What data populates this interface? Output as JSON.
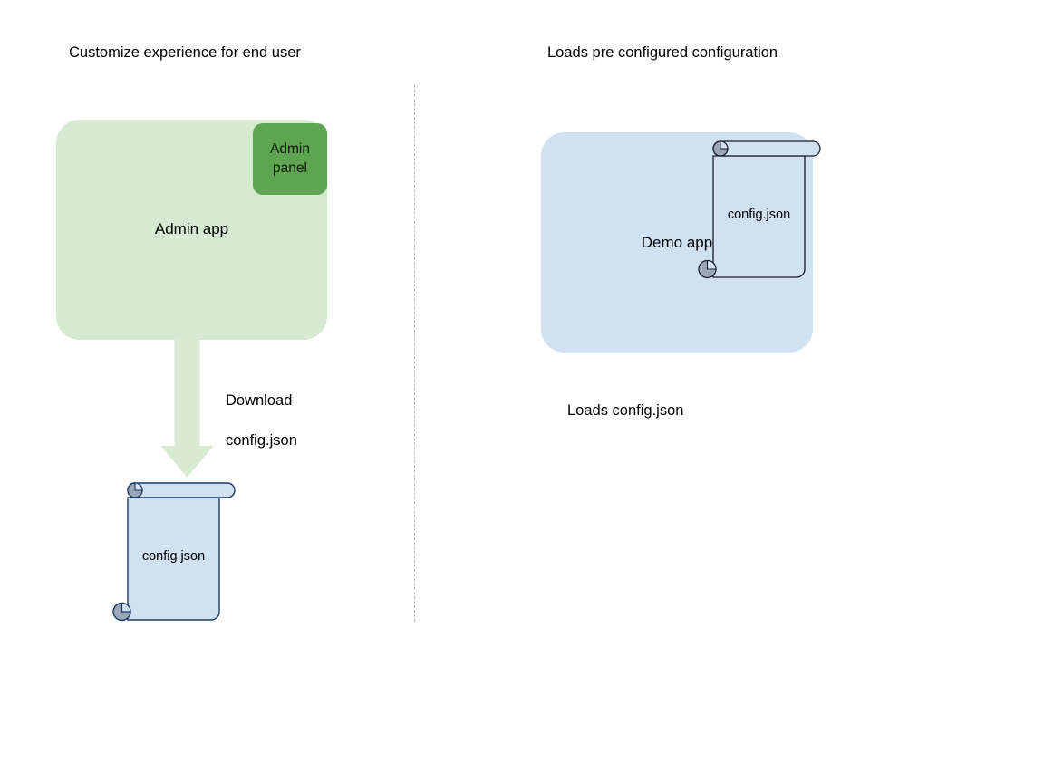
{
  "diagram": {
    "title_left": "Customize experience for end user",
    "title_right": "Loads pre configured configuration",
    "colors": {
      "app_green_fill": "#d5ead0",
      "badge_green_fill": "#5da551",
      "app_blue_fill": "#d0e1f2",
      "doc_outline": "#1f3864",
      "doc_fill": "#d0e1f2",
      "doc_roll_fill": "#9aa7b6",
      "arrow_fill": "#d9ead3",
      "divider_color": "#b9b9b9",
      "text_color": "#000000"
    },
    "left_panel": {
      "heading": "Customize experience for end user",
      "app_box_label": "Admin app",
      "badge_label": "Admin\npanel",
      "badge_line1": "Admin",
      "badge_line2": "panel",
      "arrow_label_line1": "Download",
      "arrow_label_line2": "config.json",
      "document_label": "config.json"
    },
    "right_panel": {
      "heading": "Loads pre configured configuration",
      "app_box_label": "Demo app",
      "document_label": "config.json",
      "caption": "Loads config.json"
    }
  }
}
